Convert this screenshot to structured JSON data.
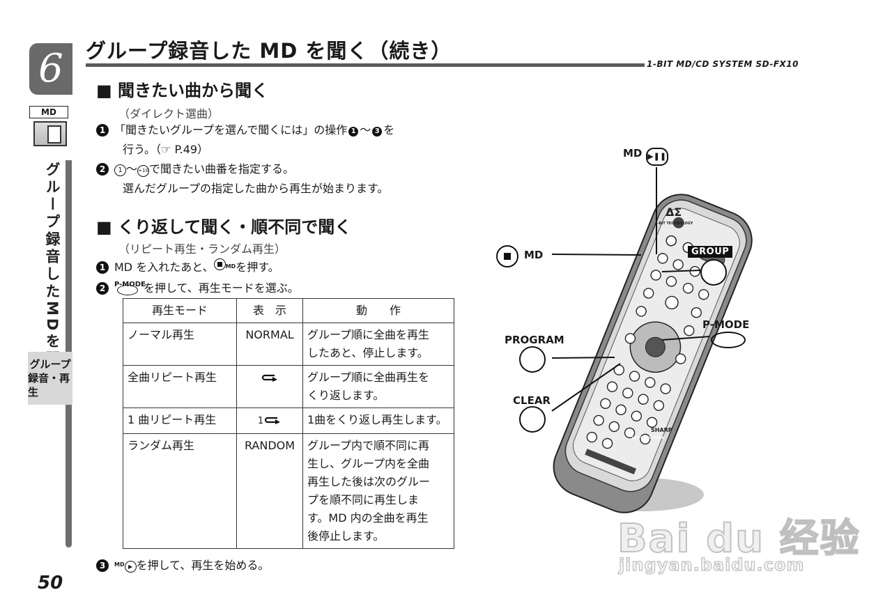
{
  "chapter": {
    "number": "6",
    "md_label": "MD"
  },
  "side": {
    "vertical_title": "グループ録音したMDを聞く",
    "group_tab_line1": "グループ",
    "group_tab_line2": "録音・再生"
  },
  "header": {
    "title": "グループ録音した MD を聞く（続き）",
    "system_name": "1-BIT MD/CD SYSTEM  SD-FX10"
  },
  "page_number": "50",
  "section1": {
    "heading": "■ 聞きたい曲から聞く",
    "subtitle": "（ダイレクト選曲）",
    "step1_text_a": "「聞きたいグループを選んで聞くには」の操作",
    "step1_from": "1",
    "step1_tilde": "～",
    "step1_to": "3",
    "step1_text_b": "を",
    "step1_line2": "行う。（☞ P.49）",
    "step2_icon_from": "1",
    "step2_tilde": "～",
    "step2_icon_to": "+10",
    "step2_text": "で聞きたい曲番を指定する。",
    "step2_line2": "選んだグループの指定した曲から再生が始まります。"
  },
  "section2": {
    "heading": "■ くり返して聞く・順不同で聞く",
    "subtitle": "（リピート再生・ランダム再生）",
    "step1_text_a": "MD を入れたあと、",
    "step1_btn_small": "MD",
    "step1_text_b": "を押す。",
    "step2_btn_label": "P-MODE",
    "step2_text": "を押して、再生モードを選ぶ。",
    "step3_btn_small": "MD",
    "step3_text": "を押して、再生を始める。"
  },
  "steps": [
    "1",
    "2",
    "3"
  ],
  "table": {
    "headers": [
      "再生モード",
      "表　示",
      "動　　作"
    ],
    "rows": [
      {
        "mode": "ノーマル再生",
        "display": "NORMAL",
        "action_lines": [
          "グループ順に全曲を再生",
          "したあと、停止します。"
        ]
      },
      {
        "mode": "全曲リピート再生",
        "display": "",
        "action_lines": [
          "グループ順に全曲再生を",
          "くり返します。"
        ]
      },
      {
        "mode": "1 曲リピート再生",
        "display": "1",
        "action_lines": [
          "1曲をくり返し再生します。"
        ]
      },
      {
        "mode": "ランダム再生",
        "display": "RANDOM",
        "action_lines": [
          "グループ内で順不同に再",
          "生し、グループ内を全曲",
          "再生した後は次のグルー",
          "プを順不同に再生しま",
          "す。MD 内の全曲を再生",
          "後停止します。"
        ]
      }
    ]
  },
  "remote": {
    "callouts": {
      "md_play": "MD",
      "md_stop": "MD",
      "group": "GROUP",
      "p_mode": "P-MODE",
      "program": "PROGRAM",
      "clear": "CLEAR"
    },
    "body_labels": {
      "logo": "ΔΣ",
      "tech": "1-BIT TECHNOLOGY",
      "brand": "SHARP",
      "system": "1-BIT MD/CD SYSTEM"
    }
  },
  "watermark": {
    "brand": "Bai du 经验",
    "url": "jingyan.baidu.com"
  }
}
